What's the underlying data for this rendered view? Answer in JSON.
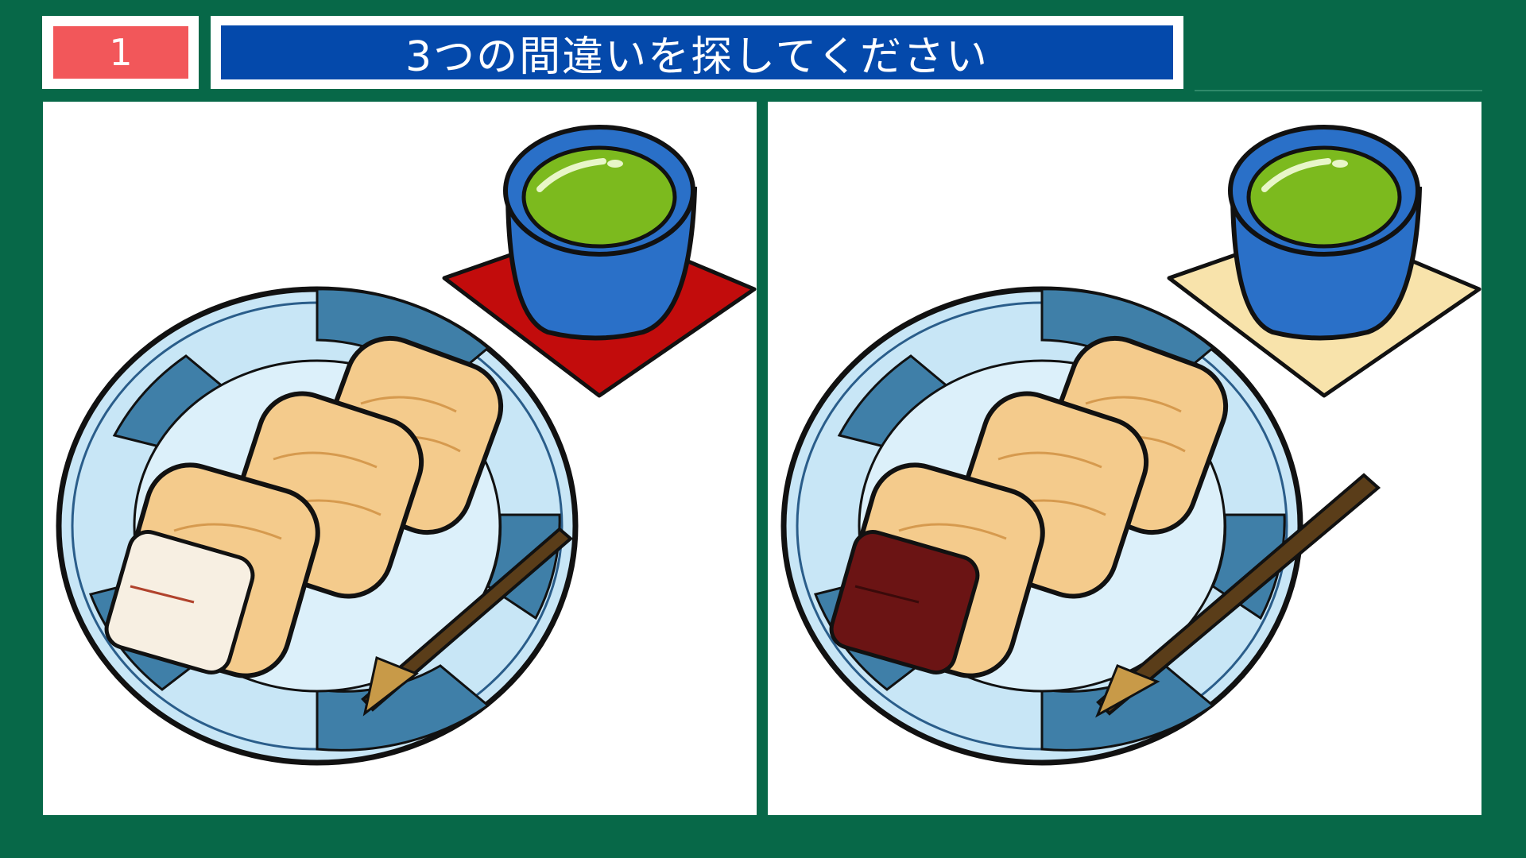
{
  "header": {
    "puzzle_number": "1",
    "instruction": "3つの間違いを探してください"
  },
  "colors": {
    "background": "#076848",
    "number_badge": "#f2575a",
    "title_bar": "#0449ab"
  },
  "panels": [
    {
      "id": "original",
      "coaster_color": "#c20c0c",
      "filling_color": "#f7efe2",
      "chopstick_tip": "left-short",
      "scene": "green tea cup on coaster, plate with three inari-style sweets and a stick"
    },
    {
      "id": "changed",
      "coaster_color": "#f8e3ab",
      "filling_color": "#6b1414",
      "chopstick_tip": "right-long"
    }
  ]
}
